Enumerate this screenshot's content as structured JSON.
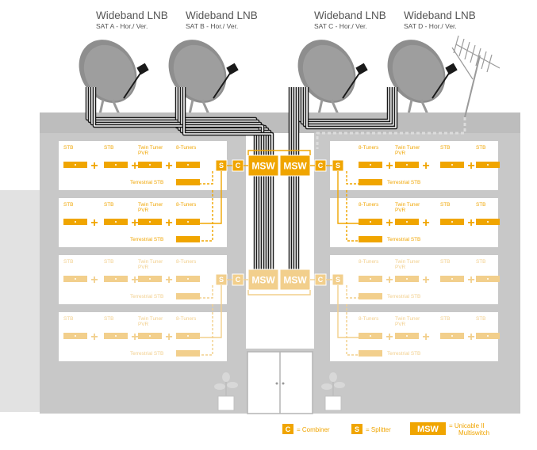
{
  "lnbs": [
    {
      "title": "Wideband LNB",
      "subtitle": "SAT A - Hor./ Ver."
    },
    {
      "title": "Wideband LNB",
      "subtitle": "SAT B - Hor./ Ver."
    },
    {
      "title": "Wideband LNB",
      "subtitle": "SAT C - Hor./ Ver."
    },
    {
      "title": "Wideband LNB",
      "subtitle": "SAT D - Hor./ Ver."
    }
  ],
  "devices": {
    "stb": "STB",
    "twin_tuner_line1": "Twin Tuner",
    "twin_tuner_line2": "PVR",
    "eight_tuners": "8-Tuners",
    "terrestrial_stb": "Terrestrial STB"
  },
  "boxes": {
    "combiner": "C",
    "splitter": "S",
    "msw": "MSW"
  },
  "legend": {
    "combiner_symbol": "C",
    "combiner_label": "= Combiner",
    "splitter_symbol": "S",
    "splitter_label": "= Splitter",
    "msw_symbol": "MSW",
    "msw_label_line1": "= Unicable II",
    "msw_label_line2": "Multiswitch"
  },
  "colors": {
    "orange": "#f0a500",
    "orange_light": "#f2cf8c",
    "building": "#c8c8c8",
    "building_edge": "#b4b4b4",
    "dish": "#8e8e8e",
    "cable": "#1a1a1a",
    "panel": "#ffffff"
  }
}
